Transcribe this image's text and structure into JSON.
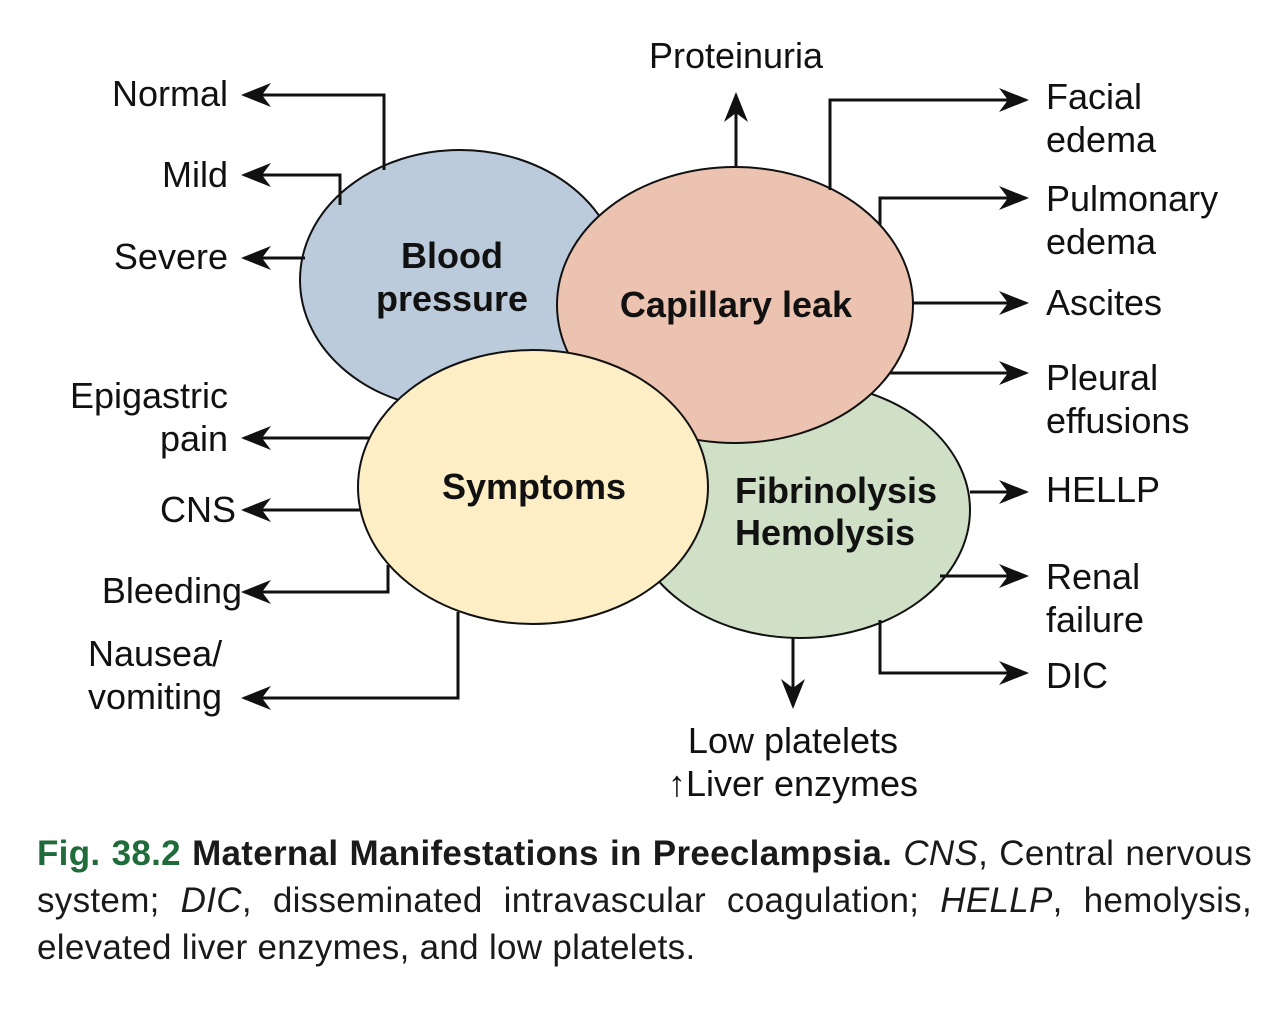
{
  "circles": {
    "blood_pressure": {
      "line1": "Blood",
      "line2": "pressure",
      "color": "#bccbdc"
    },
    "capillary_leak": {
      "label": "Capillary leak",
      "color": "#ebc3b0"
    },
    "symptoms": {
      "label": "Symptoms",
      "color": "#fdeec6"
    },
    "fibrinolysis": {
      "line1": "Fibrinolysis",
      "line2": "Hemolysis",
      "color": "#cfe0c6"
    }
  },
  "labels": {
    "normal": "Normal",
    "mild": "Mild",
    "severe": "Severe",
    "proteinuria": "Proteinuria",
    "facial_edema": {
      "line1": "Facial",
      "line2": "edema"
    },
    "pulmonary_edema": {
      "line1": "Pulmonary",
      "line2": "edema"
    },
    "ascites": "Ascites",
    "pleural_effusions": {
      "line1": "Pleural",
      "line2": "effusions"
    },
    "hellp": "HELLP",
    "renal_failure": {
      "line1": "Renal",
      "line2": "failure"
    },
    "dic": "DIC",
    "low_platelets": {
      "line1": "Low platelets",
      "line2": "↑Liver enzymes"
    },
    "epigastric_pain": {
      "line1": "Epigastric",
      "line2": "pain"
    },
    "cns": "CNS",
    "bleeding": "Bleeding",
    "nausea_vomiting": {
      "line1": "Nausea/",
      "line2": "vomiting"
    }
  },
  "caption": {
    "fig_number": "Fig. 38.2",
    "title": "Maternal Manifestations in Preeclampsia.",
    "abbr1": "CNS",
    "def1": ", Central nervous system; ",
    "abbr2": "DIC",
    "def2": ", disseminated intravascular coagulation; ",
    "abbr3": "HELLP",
    "def3": ", hemolysis, elevated liver enzymes, and low platelets."
  },
  "colors": {
    "caption_accent": "#1f6b3a",
    "line": "#111111"
  }
}
